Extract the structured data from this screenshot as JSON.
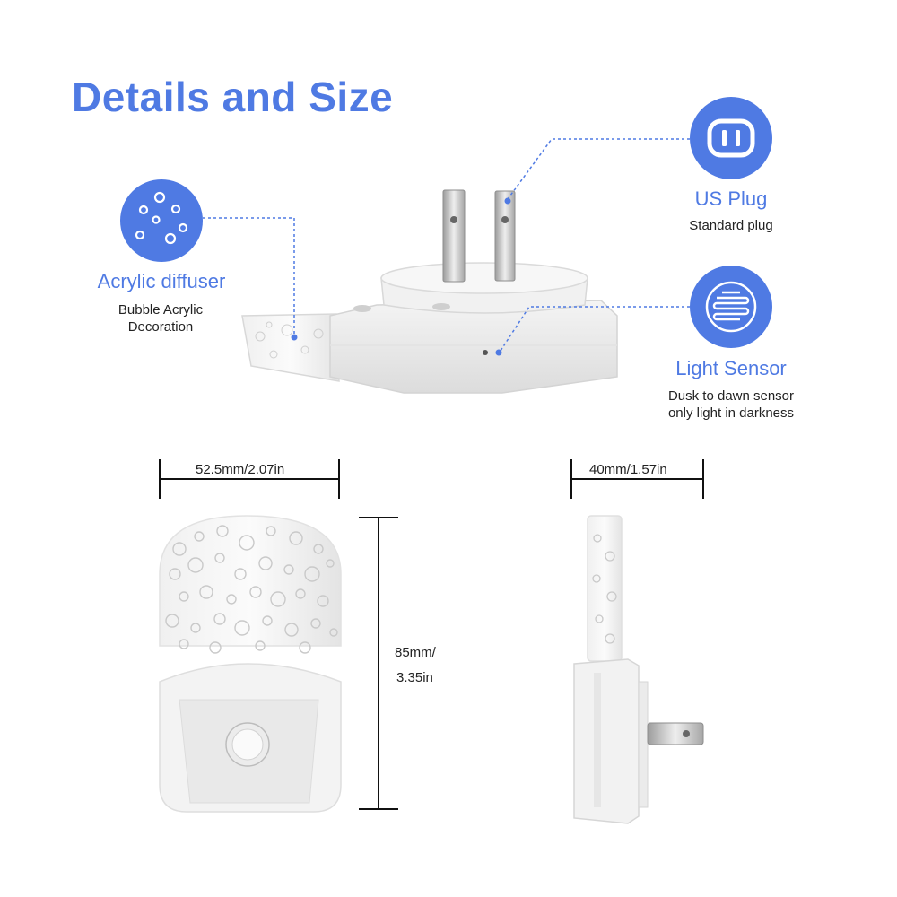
{
  "page": {
    "title": "Details and Size",
    "accent_color": "#4f7ae3"
  },
  "features": {
    "acrylic": {
      "icon": "bubbles-icon",
      "title": "Acrylic diffuser",
      "description": "Bubble Acrylic\nDecoration"
    },
    "plug": {
      "icon": "us-plug-icon",
      "title": "US Plug",
      "description": "Standard plug"
    },
    "sensor": {
      "icon": "light-sensor-icon",
      "title": "Light Sensor",
      "description": "Dusk to dawn sensor\nonly light in darkness"
    }
  },
  "dimensions": {
    "width": "52.5mm/2.07in",
    "depth": "40mm/1.57in",
    "height_line1": "85mm/",
    "height_line2": "3.35in"
  }
}
